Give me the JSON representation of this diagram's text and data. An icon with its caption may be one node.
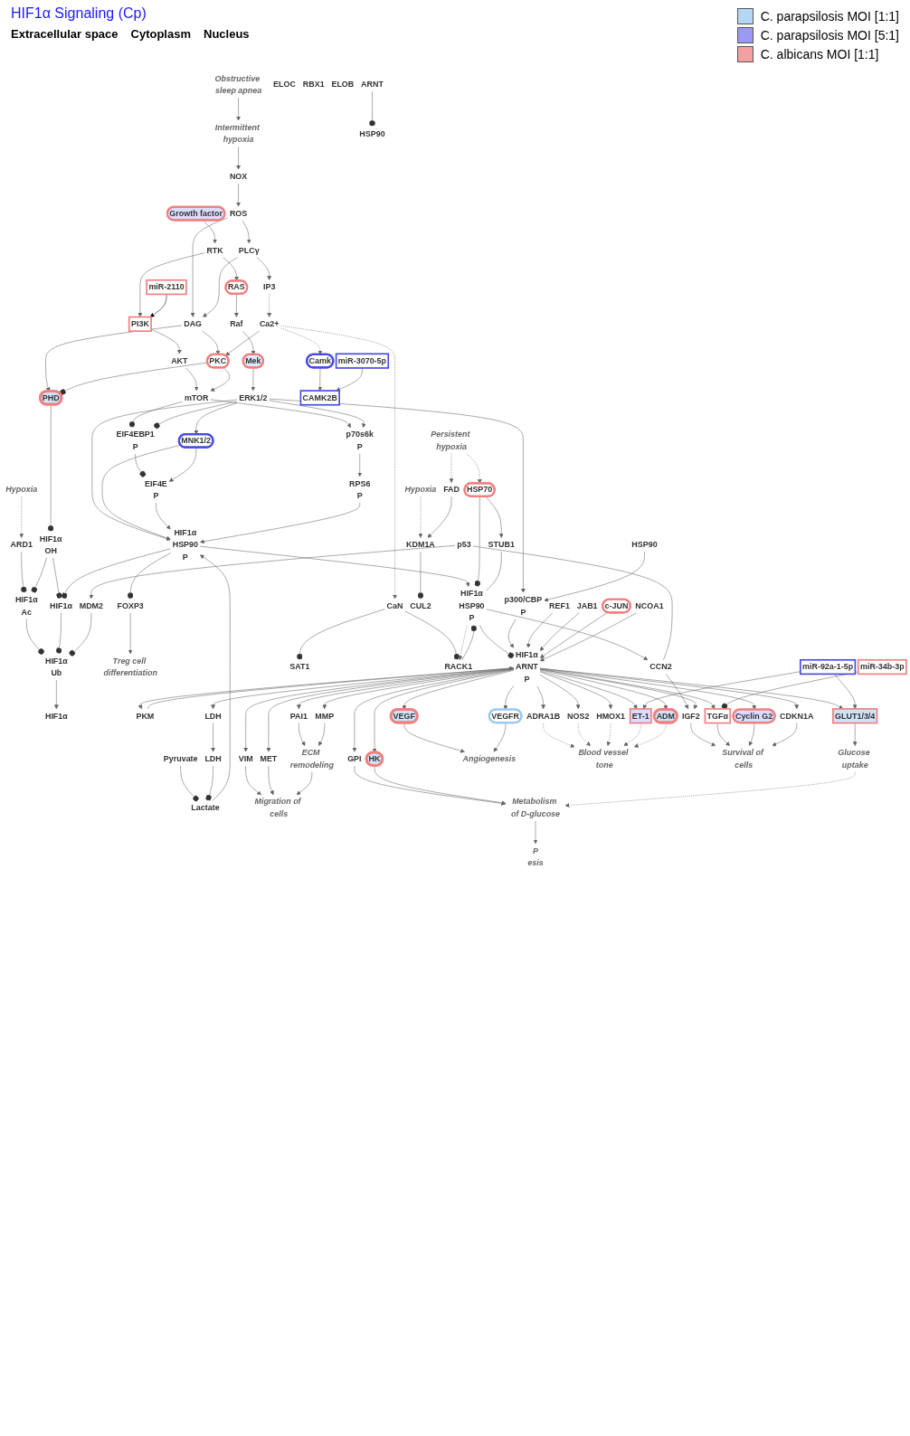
{
  "diagram": {
    "title": "HIF1α Signaling (Cp)",
    "nodes": [
      {
        "text": [
          "Growth factor"
        ]
      },
      {
        "text": [
          "Obstructive sleep apnea"
        ]
      },
      {
        "text": [
          "RTK"
        ]
      },
      {
        "text": [
          "miR-2110"
        ]
      },
      {
        "text": [
          "RAS"
        ]
      },
      {
        "text": [
          "PI3K"
        ]
      },
      {
        "text": [
          "Intermittent hypoxia"
        ]
      },
      {
        "text": [
          "NOX"
        ]
      },
      {
        "text": [
          "Raf"
        ]
      },
      {
        "text": [
          "AKT"
        ]
      },
      {
        "text": [
          "ROS"
        ]
      },
      {
        "text": [
          "Mek"
        ]
      },
      {
        "text": [
          "mTOR"
        ]
      },
      {
        "text": [
          "PLCγ"
        ]
      },
      {
        "text": [
          "ERK1/2"
        ]
      },
      {
        "text": [
          "EIF4EBP1"
        ],
        "beside": [
          "P"
        ]
      },
      {
        "text": [
          "IP3"
        ]
      },
      {
        "text": [
          "DAG"
        ]
      },
      {
        "text": [
          "Hypoxia"
        ]
      },
      {
        "text": [
          "p70s6k"
        ],
        "beside": [
          "P"
        ]
      },
      {
        "text": [
          "Ca2+"
        ]
      },
      {
        "text": [
          "MNK1/2"
        ]
      },
      {
        "text": [
          "ARD1"
        ]
      },
      {
        "text": [
          "PKC"
        ]
      },
      {
        "text": [
          "HIF1α"
        ],
        "beside": [
          "OH"
        ]
      },
      {
        "text": [
          "HIF1α"
        ],
        "beside": [
          "Ac"
        ]
      },
      {
        "text": [
          "EIF4E"
        ],
        "beside": [
          "P"
        ]
      },
      {
        "text": [
          "RPS6"
        ],
        "beside": [
          "P"
        ]
      },
      {
        "text": [
          "Camk"
        ]
      },
      {
        "text": [
          "PHD"
        ]
      },
      {
        "text": [
          "CAMK2B"
        ]
      },
      {
        "text": [
          "HSP90"
        ]
      },
      {
        "text": [
          "Pyruvate"
        ]
      },
      {
        "text": [
          "Lactate"
        ]
      },
      {
        "text": [
          "HIF1α",
          "HSP90"
        ],
        "beside": [
          "P"
        ]
      },
      {
        "text": [
          "HIF1α"
        ]
      },
      {
        "text": [
          "HIF1α"
        ],
        "beside": [
          "Ub"
        ]
      },
      {
        "text": [
          "HIF1α"
        ]
      },
      {
        "text": [
          "miR-3070-5p"
        ]
      },
      {
        "text": [
          "MDM2"
        ]
      },
      {
        "text": [
          "FOXP3"
        ]
      },
      {
        "text": [
          "LDH"
        ]
      },
      {
        "text": [
          "Treg cell differentiation"
        ]
      },
      {
        "text": [
          "CaN"
        ]
      },
      {
        "text": [
          "p53"
        ]
      },
      {
        "text": [
          "CCN2"
        ]
      },
      {
        "text": [
          "HIF1α",
          "HSP90"
        ],
        "beside": [
          "P"
        ]
      },
      {
        "text": [
          "SAT1"
        ]
      },
      {
        "text": [
          "RACK1"
        ]
      },
      {
        "text": [
          "CUL2"
        ]
      },
      {
        "text": [
          "Hypoxia"
        ]
      },
      {
        "text": [
          "KDM1A"
        ]
      },
      {
        "text": [
          "ELOC"
        ]
      },
      {
        "text": [
          "RBX1"
        ]
      },
      {
        "text": [
          "ELOB"
        ]
      },
      {
        "text": [
          "p300/CBP"
        ],
        "beside": [
          "P"
        ]
      },
      {
        "text": [
          "ARNT"
        ]
      },
      {
        "text": [
          "STUB1"
        ]
      },
      {
        "text": [
          "HSP70"
        ]
      },
      {
        "text": [
          "FAD"
        ]
      },
      {
        "text": [
          "Persistent hypoxia"
        ]
      },
      {
        "text": [
          "REF1"
        ]
      },
      {
        "text": [
          "HSP90"
        ]
      },
      {
        "text": [
          "JAB1"
        ]
      },
      {
        "text": [
          "c-JUN"
        ]
      },
      {
        "text": [
          "miR-34b-3p"
        ]
      },
      {
        "text": [
          "NCOA1"
        ]
      },
      {
        "text": [
          "HIF1α",
          "ARNT"
        ],
        "beside": [
          "P"
        ]
      },
      {
        "text": [
          "PKM"
        ]
      },
      {
        "text": [
          "GPI"
        ]
      },
      {
        "text": [
          "HK"
        ]
      },
      {
        "text": [
          "GLUT1/3/4"
        ]
      },
      {
        "text": [
          "LDH"
        ]
      },
      {
        "text": [
          "PAI1"
        ]
      },
      {
        "text": [
          "MMP"
        ]
      },
      {
        "text": [
          "VIM"
        ]
      },
      {
        "text": [
          "MET"
        ]
      },
      {
        "text": [
          "VEGF"
        ]
      },
      {
        "text": [
          "VEGFR"
        ]
      },
      {
        "text": [
          "ADRA1B"
        ]
      },
      {
        "text": [
          "NOS2"
        ]
      },
      {
        "text": [
          "HMOX1"
        ]
      },
      {
        "text": [
          "ET-1"
        ]
      },
      {
        "text": [
          "ADM"
        ]
      },
      {
        "text": [
          "IGF2"
        ]
      },
      {
        "text": [
          "TGFα"
        ]
      },
      {
        "text": [
          "Cyclin G2"
        ]
      },
      {
        "text": [
          "CDKN1A"
        ]
      },
      {
        "text": [
          "Glucose uptake"
        ]
      },
      {
        "text": [
          "ECM remodeling"
        ]
      },
      {
        "text": [
          "miR-92a-1-5p"
        ]
      },
      {
        "text": [
          "Angiogenesis"
        ]
      },
      {
        "text": [
          "Blood vessel tone"
        ]
      },
      {
        "text": [
          "Survival of cells"
        ]
      },
      {
        "text": [
          "Migration of cells"
        ]
      },
      {
        "text": [
          "P",
          "esis"
        ]
      },
      {
        "text": [
          "Metabolism of D-glucose"
        ]
      }
    ],
    "edges": [
      {
        "from": 0,
        "to": 2,
        "arrow": "to"
      },
      {
        "from": 1,
        "to": 6,
        "arrow": "to"
      },
      {
        "from": 2,
        "to": 4,
        "arrow": "to"
      },
      {
        "from": 2,
        "to": 5,
        "arrow": "to"
      },
      {
        "from": 3,
        "to": 5,
        "arrow": "to",
        "color": "#000000"
      },
      {
        "from": 6,
        "to": 7,
        "arrow": "to"
      },
      {
        "from": 4,
        "to": 8,
        "arrow": "to"
      },
      {
        "from": 5,
        "to": 9,
        "arrow": "to"
      },
      {
        "from": 7,
        "to": 10,
        "arrow": "to"
      },
      {
        "from": 8,
        "to": 11,
        "arrow": "to"
      },
      {
        "from": 9,
        "to": 12,
        "arrow": "to"
      },
      {
        "from": 10,
        "to": 13,
        "arrow": "to"
      },
      {
        "from": 10,
        "to": 17,
        "arrow": "to"
      },
      {
        "from": 11,
        "to": 14,
        "arrow": "to"
      },
      {
        "from": 12,
        "to": 15,
        "arrow": "other"
      },
      {
        "from": 12,
        "to": 19,
        "arrow": "to"
      },
      {
        "from": 13,
        "to": 16,
        "arrow": "to"
      },
      {
        "from": 13,
        "to": 17,
        "arrow": "to"
      },
      {
        "from": 14,
        "to": 15,
        "arrow": "other"
      },
      {
        "from": 14,
        "to": 19,
        "arrow": "to"
      },
      {
        "from": 14,
        "to": 21,
        "arrow": "to"
      },
      {
        "from": 14,
        "to": 34,
        "arrow": "to"
      },
      {
        "from": 14,
        "to": 55,
        "arrow": "to"
      },
      {
        "from": 15,
        "to": 26,
        "arrow": "other"
      },
      {
        "from": 21,
        "to": 26,
        "arrow": "to"
      },
      {
        "from": 21,
        "to": 34,
        "arrow": "to"
      },
      {
        "from": 16,
        "to": 20,
        "arrow": "to",
        "style": "dashed"
      },
      {
        "from": 17,
        "to": 23,
        "arrow": "to"
      },
      {
        "from": 17,
        "to": 29,
        "arrow": "to"
      },
      {
        "from": 20,
        "to": 23,
        "arrow": "to"
      },
      {
        "from": 20,
        "to": 28,
        "arrow": "to",
        "style": "dashed"
      },
      {
        "from": 20,
        "to": 43,
        "arrow": "to",
        "style": "dashed"
      },
      {
        "from": 23,
        "to": 12,
        "arrow": "to"
      },
      {
        "from": 23,
        "to": 29,
        "arrow": "other"
      },
      {
        "from": 19,
        "to": 27,
        "arrow": "to"
      },
      {
        "from": 26,
        "to": 34,
        "arrow": "to"
      },
      {
        "from": 27,
        "to": 34,
        "arrow": "to"
      },
      {
        "from": 28,
        "to": 30,
        "arrow": "to"
      },
      {
        "from": 38,
        "to": 30,
        "arrow": "to"
      },
      {
        "from": 18,
        "to": 22,
        "arrow": "to",
        "style": "dashed"
      },
      {
        "from": 22,
        "to": 25,
        "arrow": "other"
      },
      {
        "from": 24,
        "to": 25,
        "arrow": "other"
      },
      {
        "from": 29,
        "to": 24,
        "arrow": "other"
      },
      {
        "from": 24,
        "to": 35,
        "arrow": "other"
      },
      {
        "from": 25,
        "to": 36,
        "arrow": "other"
      },
      {
        "from": 36,
        "to": 37,
        "arrow": "to"
      },
      {
        "from": 35,
        "to": 36,
        "arrow": "other"
      },
      {
        "from": 34,
        "to": 35,
        "arrow": "other"
      },
      {
        "from": 39,
        "to": 36,
        "arrow": "other"
      },
      {
        "from": 44,
        "to": 39,
        "arrow": "to"
      },
      {
        "from": 32,
        "to": 33,
        "arrow": "other"
      },
      {
        "from": 41,
        "to": 33,
        "arrow": "other"
      },
      {
        "from": 33,
        "to": 34,
        "arrow": "to"
      },
      {
        "from": 31,
        "to": 55,
        "arrow": "to"
      },
      {
        "from": 34,
        "to": 40,
        "arrow": "other"
      },
      {
        "from": 40,
        "to": 42,
        "arrow": "to"
      },
      {
        "from": 72,
        "to": 41,
        "arrow": "to"
      },
      {
        "from": 34,
        "to": 46,
        "arrow": "to"
      },
      {
        "from": 43,
        "to": 48,
        "arrow": "other"
      },
      {
        "from": 43,
        "to": 47,
        "arrow": "other"
      },
      {
        "from": 46,
        "to": 45,
        "arrow": "to"
      },
      {
        "from": 44,
        "to": 45,
        "arrow": "none"
      },
      {
        "from": 45,
        "to": 84,
        "arrow": "to"
      },
      {
        "from": 48,
        "to": 46,
        "arrow": "other"
      },
      {
        "from": 46,
        "to": 48,
        "arrow": "to",
        "style": "dashed"
      },
      {
        "from": 51,
        "to": 49,
        "arrow": "other"
      },
      {
        "from": 50,
        "to": 51,
        "arrow": "to",
        "style": "dashed"
      },
      {
        "from": 59,
        "to": 51,
        "arrow": "to"
      },
      {
        "from": 60,
        "to": 58,
        "arrow": "to",
        "style": "dashed"
      },
      {
        "from": 60,
        "to": 59,
        "arrow": "to",
        "style": "dashed"
      },
      {
        "from": 58,
        "to": 57,
        "arrow": "to"
      },
      {
        "from": 58,
        "to": 46,
        "arrow": "other"
      },
      {
        "from": 57,
        "to": 46,
        "arrow": "none"
      },
      {
        "from": 56,
        "to": 62,
        "arrow": "other"
      },
      {
        "from": 46,
        "to": 67,
        "arrow": "other"
      },
      {
        "from": 55,
        "to": 67,
        "arrow": "to"
      },
      {
        "from": 61,
        "to": 67,
        "arrow": "to"
      },
      {
        "from": 63,
        "to": 67,
        "arrow": "to"
      },
      {
        "from": 64,
        "to": 67,
        "arrow": "to"
      },
      {
        "from": 66,
        "to": 67,
        "arrow": "to"
      },
      {
        "from": 68,
        "to": 67,
        "arrow": "to"
      },
      {
        "from": 67,
        "to": 68,
        "arrow": "to"
      },
      {
        "from": 67,
        "to": 69,
        "arrow": "to"
      },
      {
        "from": 67,
        "to": 70,
        "arrow": "to"
      },
      {
        "from": 67,
        "to": 71,
        "arrow": "to"
      },
      {
        "from": 67,
        "to": 72,
        "arrow": "to"
      },
      {
        "from": 67,
        "to": 73,
        "arrow": "to"
      },
      {
        "from": 67,
        "to": 74,
        "arrow": "to"
      },
      {
        "from": 67,
        "to": 75,
        "arrow": "to"
      },
      {
        "from": 67,
        "to": 76,
        "arrow": "to"
      },
      {
        "from": 67,
        "to": 77,
        "arrow": "to"
      },
      {
        "from": 67,
        "to": 78,
        "arrow": "to"
      },
      {
        "from": 67,
        "to": 79,
        "arrow": "to"
      },
      {
        "from": 67,
        "to": 80,
        "arrow": "to"
      },
      {
        "from": 67,
        "to": 81,
        "arrow": "to"
      },
      {
        "from": 67,
        "to": 82,
        "arrow": "to"
      },
      {
        "from": 67,
        "to": 83,
        "arrow": "to"
      },
      {
        "from": 67,
        "to": 84,
        "arrow": "to"
      },
      {
        "from": 67,
        "to": 85,
        "arrow": "to"
      },
      {
        "from": 67,
        "to": 86,
        "arrow": "to"
      },
      {
        "from": 67,
        "to": 87,
        "arrow": "to"
      },
      {
        "from": 65,
        "to": 85,
        "arrow": "other"
      },
      {
        "from": 90,
        "to": 71,
        "arrow": "to"
      },
      {
        "from": 90,
        "to": 82,
        "arrow": "to"
      },
      {
        "from": 69,
        "to": 96,
        "arrow": "to"
      },
      {
        "from": 70,
        "to": 96,
        "arrow": "to"
      },
      {
        "from": 71,
        "to": 88,
        "arrow": "to"
      },
      {
        "from": 88,
        "to": 96,
        "arrow": "to",
        "style": "dashed"
      },
      {
        "from": 73,
        "to": 89,
        "arrow": "to"
      },
      {
        "from": 74,
        "to": 89,
        "arrow": "to"
      },
      {
        "from": 75,
        "to": 94,
        "arrow": "to"
      },
      {
        "from": 76,
        "to": 94,
        "arrow": "to"
      },
      {
        "from": 89,
        "to": 94,
        "arrow": "to"
      },
      {
        "from": 77,
        "to": 91,
        "arrow": "to"
      },
      {
        "from": 78,
        "to": 91,
        "arrow": "to"
      },
      {
        "from": 79,
        "to": 92,
        "arrow": "to",
        "style": "dashed"
      },
      {
        "from": 80,
        "to": 92,
        "arrow": "to",
        "style": "dashed"
      },
      {
        "from": 81,
        "to": 92,
        "arrow": "to",
        "style": "dashed"
      },
      {
        "from": 82,
        "to": 92,
        "arrow": "to",
        "style": "dashed"
      },
      {
        "from": 83,
        "to": 92,
        "arrow": "to",
        "style": "dashed"
      },
      {
        "from": 84,
        "to": 93,
        "arrow": "to"
      },
      {
        "from": 85,
        "to": 93,
        "arrow": "to"
      },
      {
        "from": 86,
        "to": 93,
        "arrow": "to"
      },
      {
        "from": 87,
        "to": 93,
        "arrow": "to"
      },
      {
        "from": 96,
        "to": 95,
        "arrow": "to"
      }
    ],
    "labels": [
      "Extracellular space",
      "Cytoplasm",
      "Nucleus"
    ],
    "legend": [
      {
        "text": "C. parapsilosis MOI [1:1]",
        "color": "#b4d7f5"
      },
      {
        "text": "C. parapsilosis MOI [5:1]",
        "color": "#9a9af5"
      },
      {
        "text": "C. albicans MOI [1:1]",
        "color": "#f5a0a0"
      }
    ]
  }
}
